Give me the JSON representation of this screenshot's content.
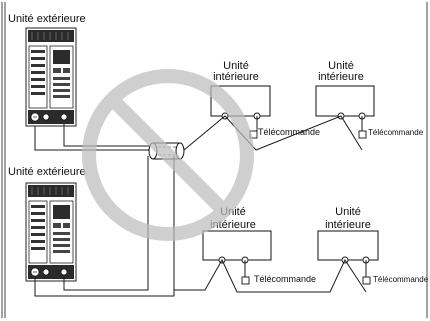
{
  "labels": {
    "outdoor_unit": "Unité extérieure",
    "indoor_unit_line1": "Unité",
    "indoor_unit_line2": "intérieure",
    "remote": "Télécommande"
  },
  "colors": {
    "prohibition_sign": "#bdbdbd",
    "line": "#1a1a1a",
    "frame": "#444444"
  },
  "icons": {
    "prohibition": "no-entry-icon",
    "outdoor_unit": "outdoor-unit-icon",
    "remote": "remote-controller-icon"
  }
}
